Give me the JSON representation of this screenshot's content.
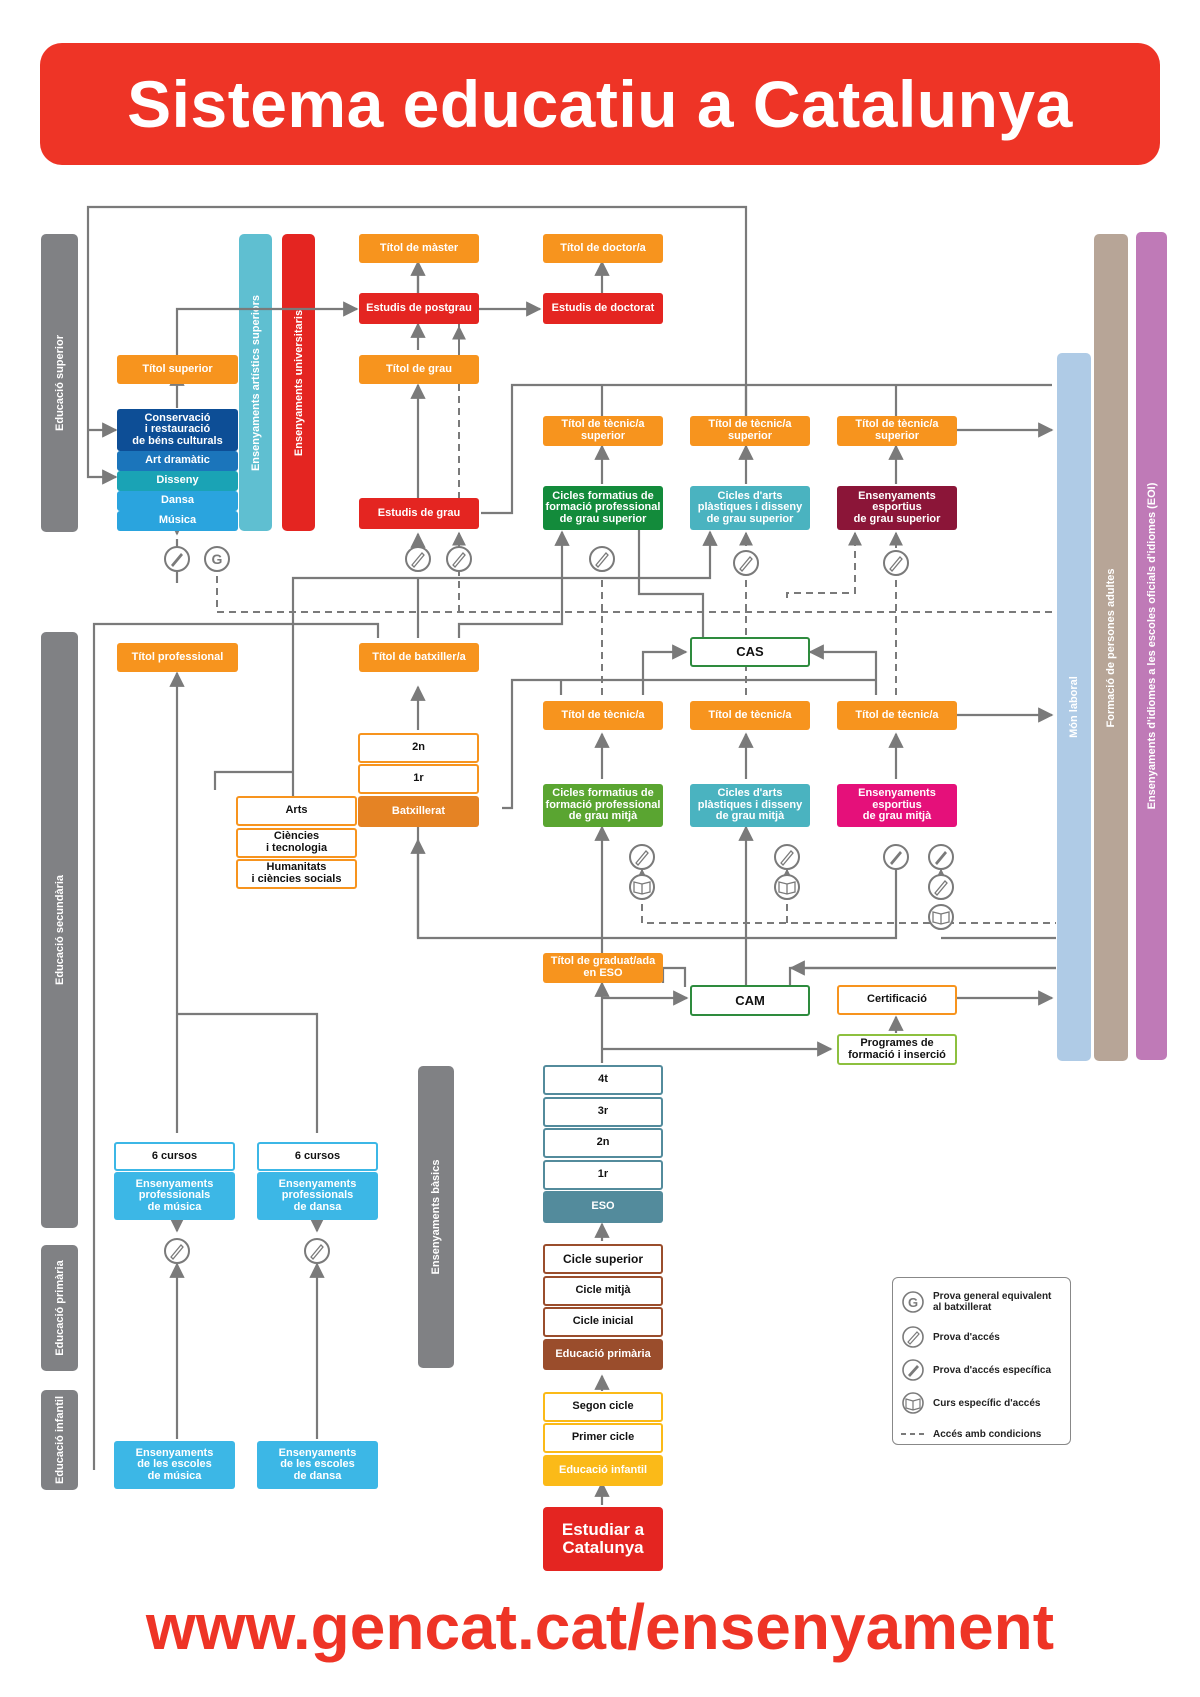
{
  "header": {
    "title": "Sistema educatiu a Catalunya"
  },
  "footer": {
    "url": "www.gencat.cat/ensenyament"
  },
  "side_labels": {
    "superior": "Educació superior",
    "secundaria": "Educació secundària",
    "primaria": "Educació primària",
    "infantil": "Educació infantil",
    "artistics": "Ensenyaments artístics superiors",
    "universitaris": "Ensenyaments universitaris",
    "basics": "Ensenyaments bàsics",
    "mon_laboral": "Món laboral",
    "adults": "Formació de persones adultes",
    "idiomes": "Ensenyaments d'idiomes a les escoles oficials d'idiomes (EOI)"
  },
  "boxes": {
    "titol_master": "Títol de màster",
    "titol_doctor": "Títol de doctor/a",
    "estudis_postgrau": "Estudis de postgrau",
    "estudis_doctorat": "Estudis de doctorat",
    "titol_superior": "Títol superior",
    "titol_grau": "Títol de grau",
    "conservacio": "Conservació\ni restauració\nde béns culturals",
    "art_dramatic": "Art dramàtic",
    "disseny": "Disseny",
    "dansa": "Dansa",
    "musica": "Música",
    "estudis_grau": "Estudis de grau",
    "titol_tecnic_sup_1": "Títol de tècnic/a\nsuperior",
    "titol_tecnic_sup_2": "Títol de tècnic/a\nsuperior",
    "titol_tecnic_sup_3": "Títol de tècnic/a\nsuperior",
    "cicles_fp_sup": "Cicles formatius de\nformació professional\nde grau superior",
    "cicles_arts_sup": "Cicles d'arts\nplàstiques i disseny\nde grau superior",
    "esportius_sup": "Ensenyaments\nesportius\nde grau superior",
    "titol_professional": "Títol professional",
    "titol_batxiller": "Títol de batxiller/a",
    "cas": "CAS",
    "titol_tecnic_1": "Títol de tècnic/a",
    "titol_tecnic_2": "Títol de tècnic/a",
    "titol_tecnic_3": "Títol de tècnic/a",
    "batx_2n": "2n",
    "batx_1r": "1r",
    "batxillerat": "Batxillerat",
    "arts": "Arts",
    "ciencies": "Ciències\ni tecnologia",
    "humanitats": "Humanitats\ni ciències socials",
    "cicles_fp_mitja": "Cicles formatius de\nformació professional\nde grau mitjà",
    "cicles_arts_mitja": "Cicles d'arts\nplàstiques i disseny\nde grau mitjà",
    "esportius_mitja": "Ensenyaments\nesportius\nde grau mitjà",
    "titol_graduat": "Títol de graduat/ada\nen ESO",
    "cam": "CAM",
    "certificacio": "Certificació",
    "programes": "Programes de\nformació i inserció",
    "eso_4t": "4t",
    "eso_3r": "3r",
    "eso_2n": "2n",
    "eso_1r": "1r",
    "eso": "ESO",
    "cursos_musica": "6 cursos",
    "cursos_dansa": "6 cursos",
    "prof_musica": "Ensenyaments\nprofessionals\nde música",
    "prof_dansa": "Ensenyaments\nprofessionals\nde dansa",
    "cicle_superior": "Cicle superior",
    "cicle_mitja": "Cicle mitjà",
    "cicle_inicial": "Cicle inicial",
    "educacio_primaria": "Educació primària",
    "segon_cicle": "Segon cicle",
    "primer_cicle": "Primer cicle",
    "educacio_infantil": "Educació infantil",
    "escoles_musica": "Ensenyaments\nde les escoles\nde música",
    "escoles_dansa": "Ensenyaments\nde les escoles\nde dansa",
    "estudiar": "Estudiar a\nCatalunya"
  },
  "legend": {
    "g_label": "Prova general equivalent\nal batxillerat",
    "g_letter": "G",
    "prova_acces": "Prova d'accés",
    "prova_especifica": "Prova d'accés específica",
    "curs_especific": "Curs específic d'accés",
    "acces_condicions": "Accés amb condicions"
  },
  "colors": {
    "brand_red": "#ee3426",
    "orange": "#f7941e",
    "connector": "#7a7a7a"
  }
}
